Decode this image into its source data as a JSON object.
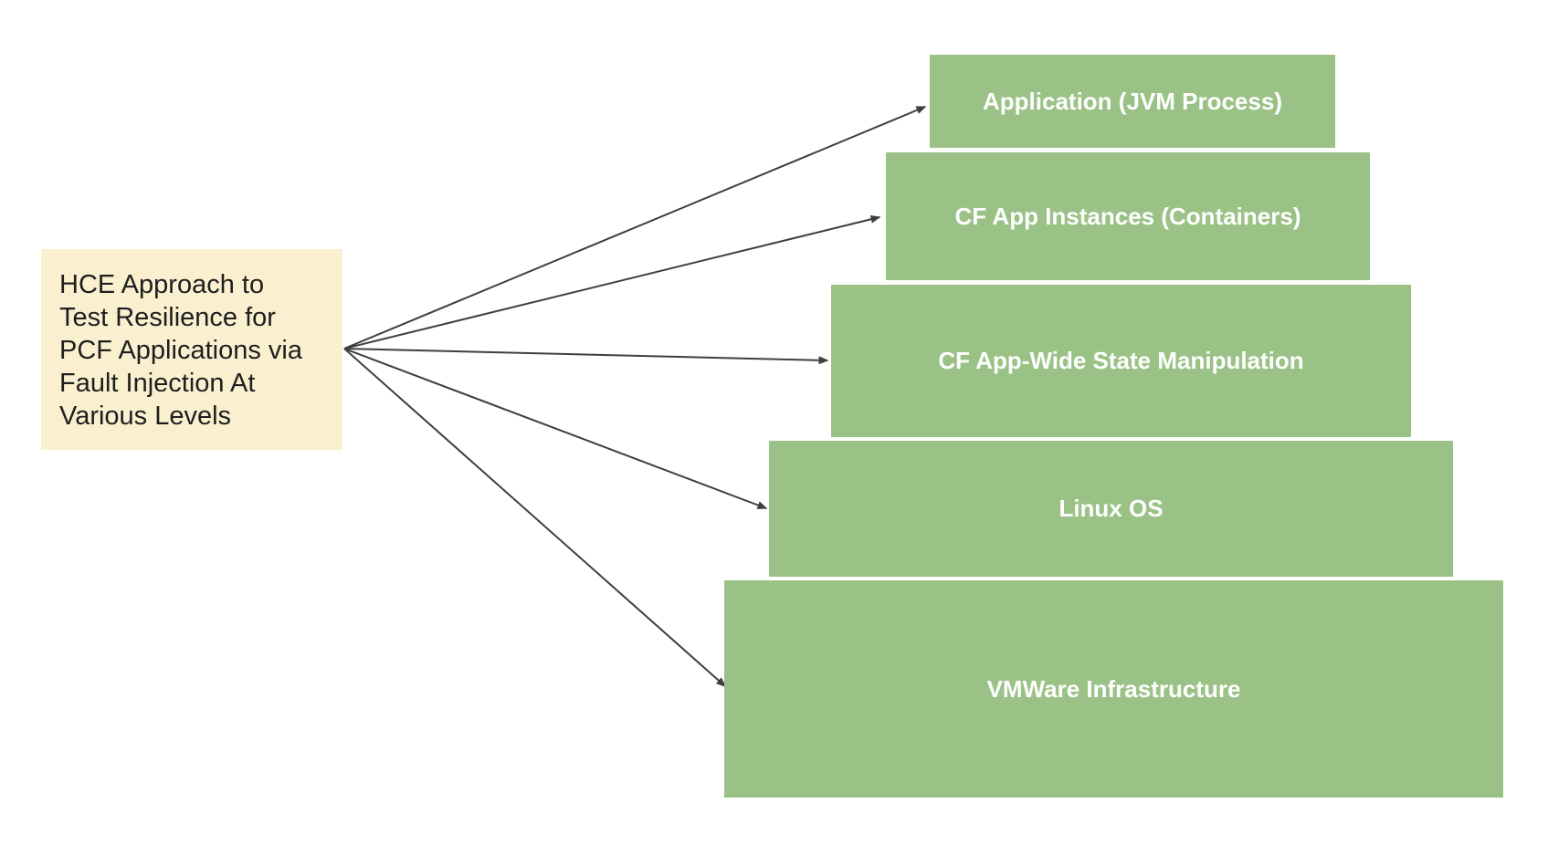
{
  "diagram": {
    "source_note": {
      "text": "HCE Approach to\nTest Resilience for\nPCF Applications via\nFault Injection At\nVarious Levels",
      "bg_color": "#FAF0D0",
      "text_color": "#1E1E1E"
    },
    "levels": [
      {
        "label": "Application (JVM Process)"
      },
      {
        "label": "CF App Instances (Containers)"
      },
      {
        "label": "CF App-Wide State Manipulation"
      },
      {
        "label": "Linux OS"
      },
      {
        "label": "VMWare Infrastructure"
      }
    ],
    "level_box_color": "#9BC286",
    "level_text_color": "#FFFFFF",
    "arrow_color": "#3F3F3F"
  }
}
